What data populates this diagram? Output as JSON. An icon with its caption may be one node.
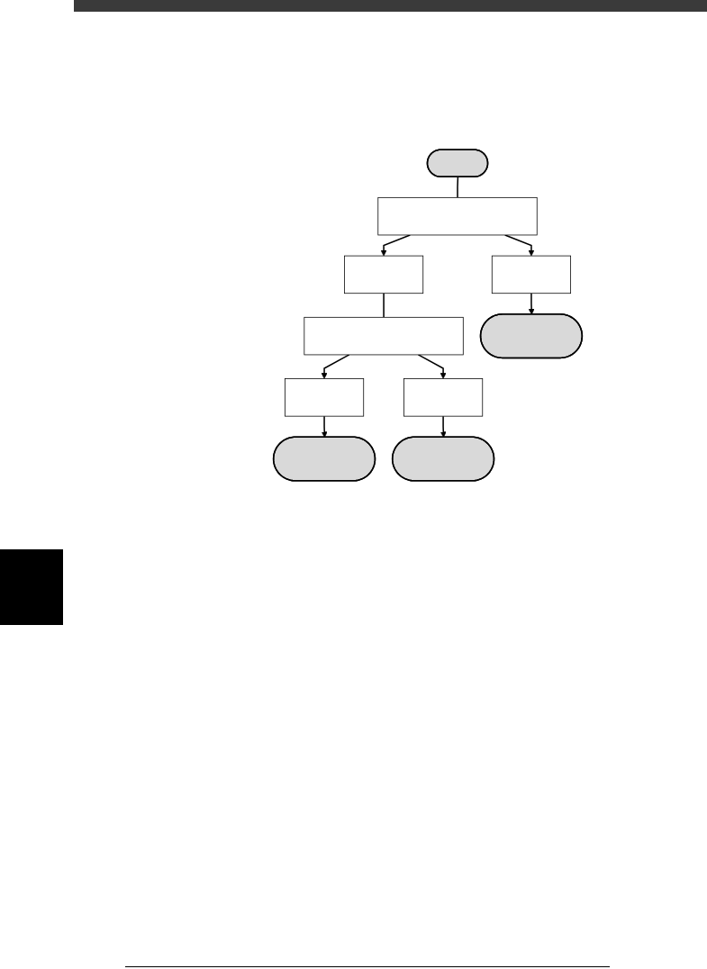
{
  "diagram": {
    "nodes": [
      {
        "text": [],
        "shape": "stadium"
      },
      {
        "text": [],
        "shape": "box"
      },
      {
        "text": [],
        "shape": "box"
      },
      {
        "text": [],
        "shape": "box"
      },
      {
        "text": [],
        "shape": "box"
      },
      {
        "text": [],
        "shape": "box"
      },
      {
        "text": [],
        "shape": "box"
      },
      {
        "text": [],
        "shape": "stadium"
      },
      {
        "text": [],
        "shape": "stadium"
      },
      {
        "text": [],
        "shape": "stadium"
      }
    ],
    "edges": [
      {
        "from": 0,
        "to": 1,
        "arrow": "none"
      },
      {
        "from": 1,
        "to": 2,
        "arrow": "to"
      },
      {
        "from": 1,
        "to": 3,
        "arrow": "to"
      },
      {
        "from": 2,
        "to": 4,
        "arrow": "none"
      },
      {
        "from": 4,
        "to": 5,
        "arrow": "to"
      },
      {
        "from": 4,
        "to": 6,
        "arrow": "to"
      },
      {
        "from": 5,
        "to": 7,
        "arrow": "to"
      },
      {
        "from": 6,
        "to": 8,
        "arrow": "to"
      },
      {
        "from": 3,
        "to": 9,
        "arrow": "to"
      }
    ]
  }
}
